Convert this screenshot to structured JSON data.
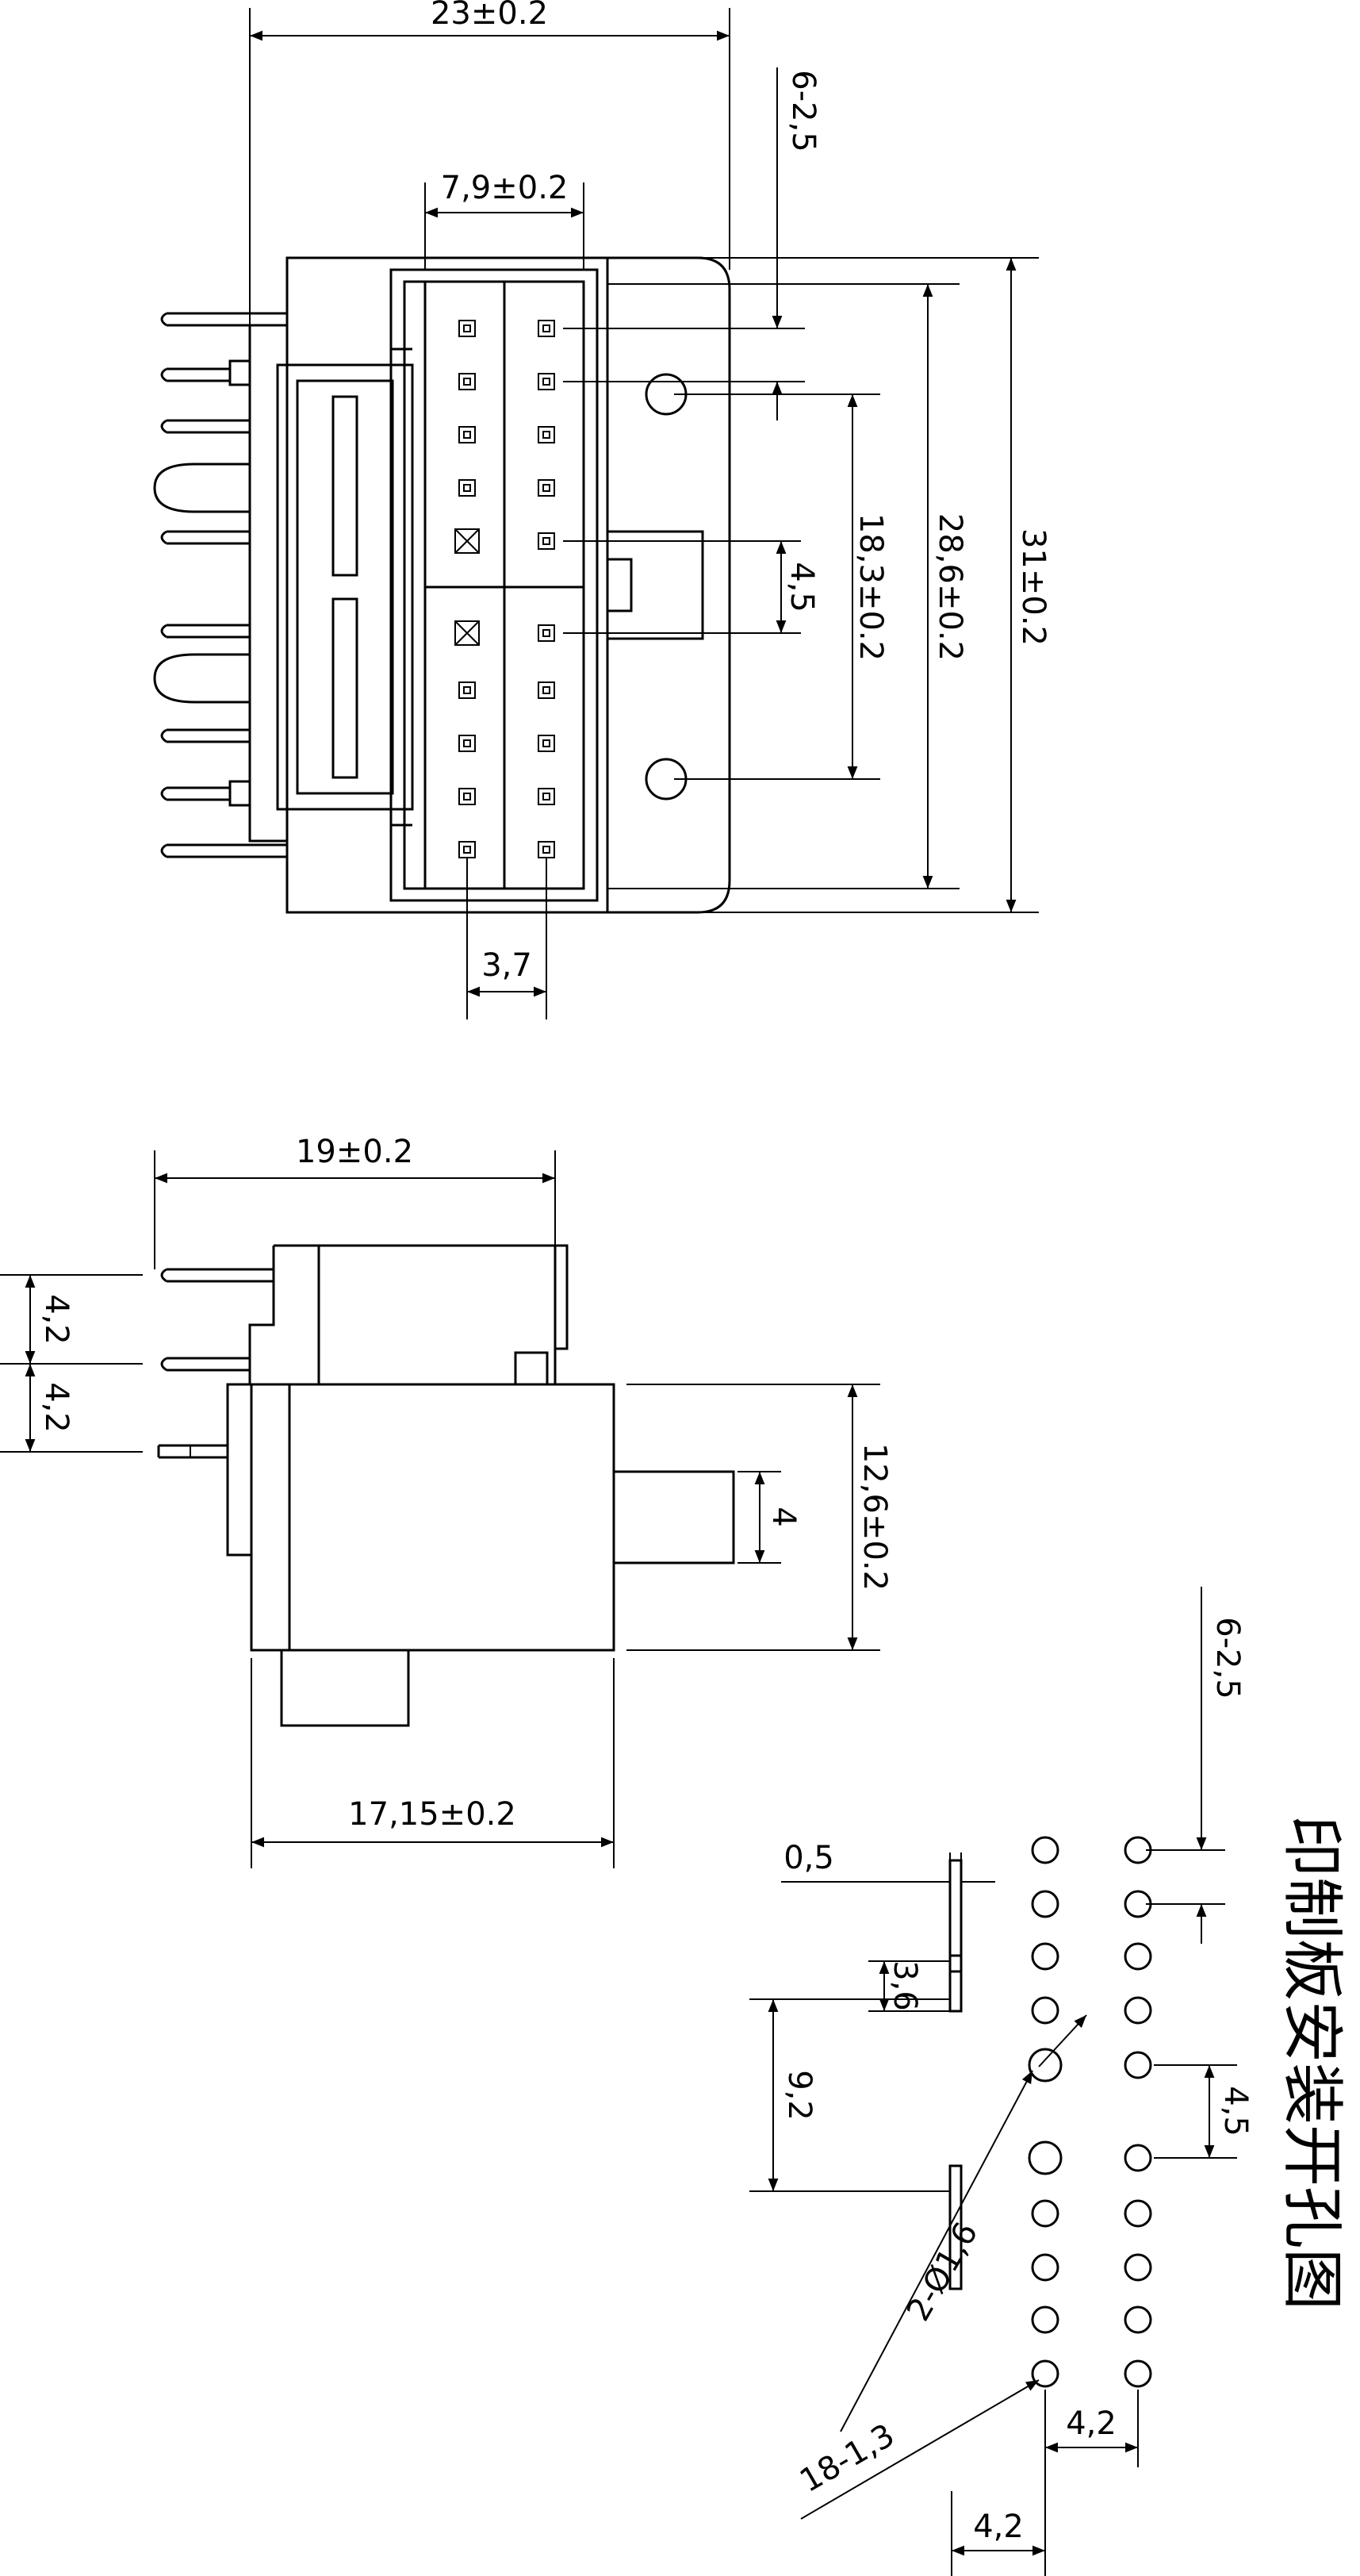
{
  "top_view": {
    "dim_width": "23±0.2",
    "dim_header": "7,9±0.2",
    "dim_holes_top": "6-2,5",
    "dim_pitch_vert": "4,5",
    "dim_hole_span": "18,3±0.2",
    "dim_inner_height": "28,6±0.2",
    "dim_total_height": "31±0.2",
    "dim_col_pitch": "3,7"
  },
  "side_view": {
    "dim_depth_top": "19±0.2",
    "dim_pin_pitch_1": "4,2",
    "dim_pin_pitch_2": "4,2",
    "dim_tab_height": "12,6±0.2",
    "dim_tab_width": "4",
    "dim_depth_bottom": "17,15±0.2"
  },
  "pcb_layout": {
    "title": "印制板安装开孔图",
    "dim_holes": "6-2,5",
    "dim_slot_width": "0,5",
    "dim_slot_len": "3,6",
    "dim_slot_pitch": "9,2",
    "dim_pitch": "4,5",
    "dim_large_holes": "2-Ø1,6",
    "dim_small_holes": "18-1,3",
    "dim_col_pitch_1": "4,2",
    "dim_col_pitch_2": "4,2"
  }
}
